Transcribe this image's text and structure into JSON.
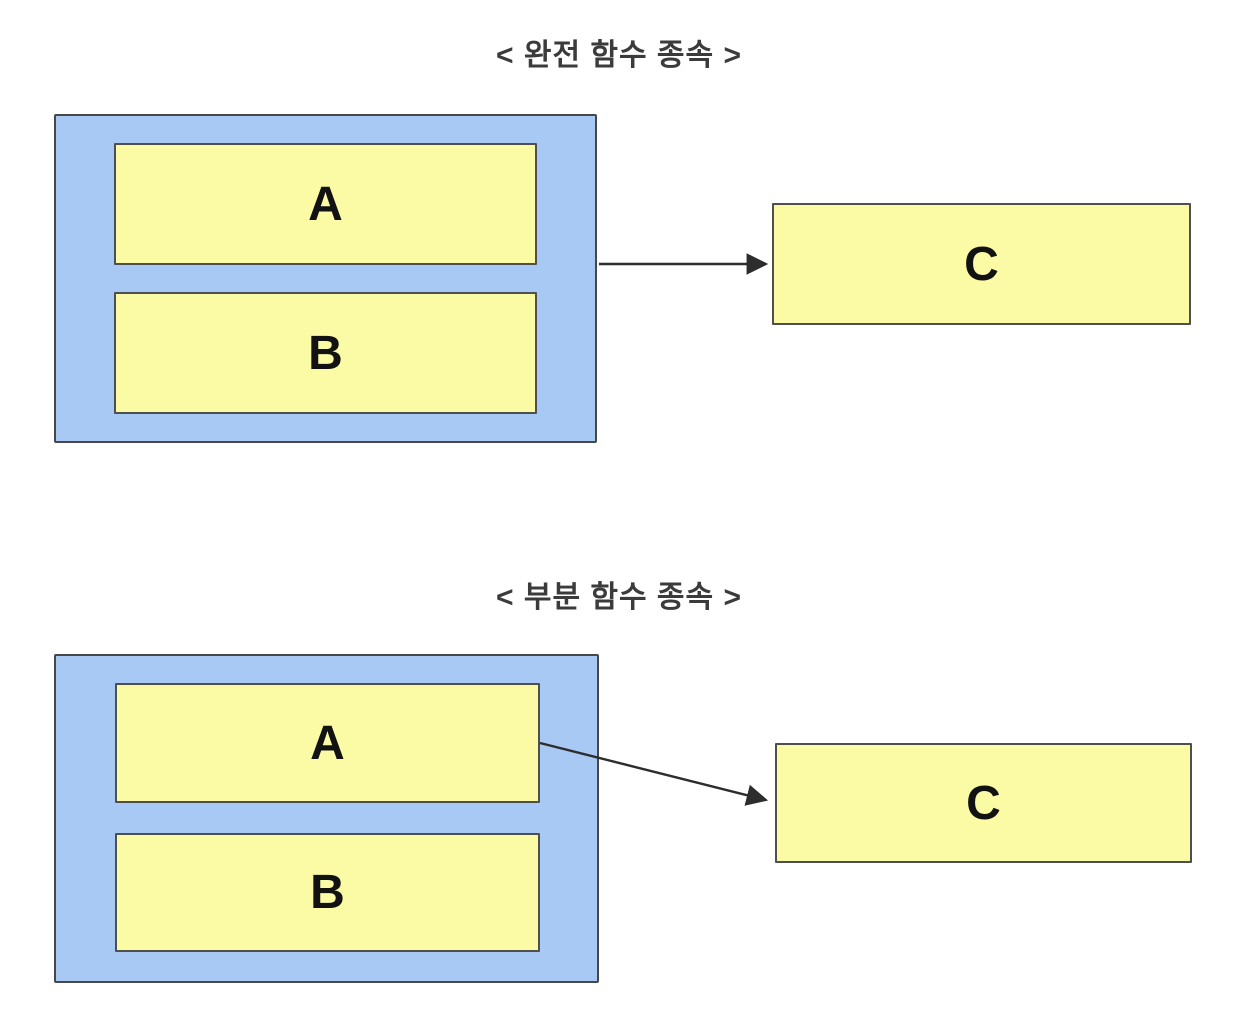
{
  "colors": {
    "page_bg": "#ffffff",
    "container_fill": "#a7c9f3",
    "container_border": "#474747",
    "box_fill": "#fbfba6",
    "box_border": "#4f4f4f",
    "arrow": "#2d2d2d",
    "title_color": "#3b3b3b",
    "label_color": "#121212"
  },
  "diagrams": [
    {
      "id": "full-functional-dependency",
      "title": "< 완전 함수 종속 >",
      "determinant": {
        "a": "A",
        "b": "B"
      },
      "dependent": "C",
      "arrow": {
        "from": "composite-container",
        "to": "C"
      }
    },
    {
      "id": "partial-functional-dependency",
      "title": "< 부분 함수 종속 >",
      "determinant": {
        "a": "A",
        "b": "B"
      },
      "dependent": "C",
      "arrow": {
        "from": "A",
        "to": "C"
      }
    }
  ]
}
